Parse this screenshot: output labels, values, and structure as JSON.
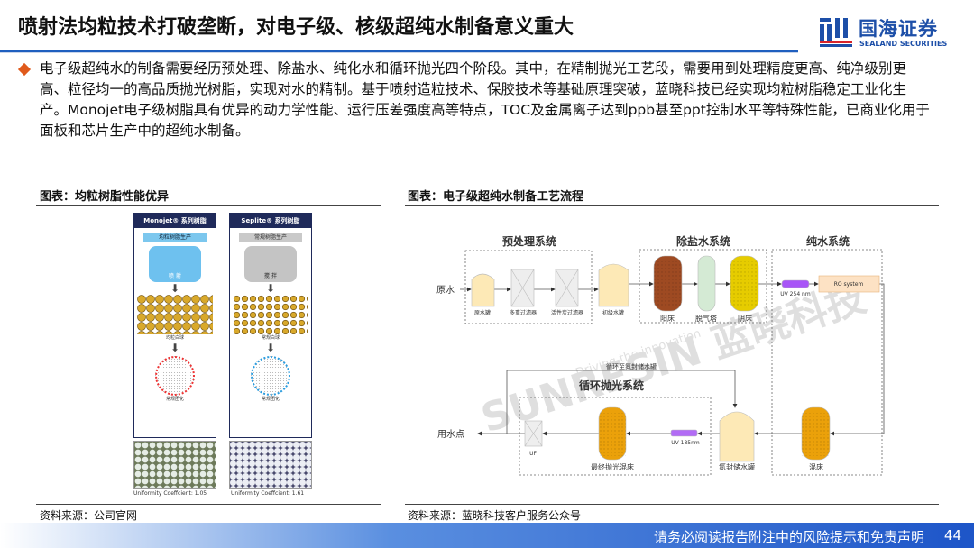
{
  "header": {
    "title": "喷射法均粒技术打破垄断，对电子级、核级超纯水制备意义重大",
    "logo_cn": "国海证券",
    "logo_en": "SEALAND SECURITIES"
  },
  "body": {
    "paragraph": "电子级超纯水的制备需要经历预处理、除盐水、纯化水和循环抛光四个阶段。其中，在精制抛光工艺段，需要用到处理精度更高、纯净级别更高、粒径均一的高品质抛光树脂，实现对水的精制。基于喷射造粒技术、保胶技术等基础原理突破，蓝晓科技已经实现均粒树脂稳定工业化生产。Monojet电子级树脂具有优异的动力学性能、运行压差强度高等特点，TOC及金属离子达到ppb甚至ppt控制水平等特殊性能，已商业化用于面板和芯片生产中的超纯水制备。"
  },
  "figure_left": {
    "title": "图表：均粒树脂性能优异",
    "source": "资料来源：公司官网",
    "monojet": {
      "header": "Monojet® 系列树脂",
      "tag": "均粒树脂生产",
      "machine": "喷 射",
      "beads": "均粒白球",
      "func": "常规团化",
      "uniformity": "Uniformity Coeffcient: 1.05"
    },
    "seplite": {
      "header": "Seplite® 系列树脂",
      "tag": "常规树脂生产",
      "machine": "搅 拌",
      "beads": "常规白球",
      "func": "常规团化",
      "uniformity": "Uniformity Coeffcient: 1.61"
    }
  },
  "figure_right": {
    "title": "图表：电子级超纯水制备工艺流程",
    "source": "资料来源：蓝晓科技客户服务公众号",
    "sections": {
      "pre": "预处理系统",
      "desalt": "除盐水系统",
      "pure": "纯水系统",
      "polish": "循环抛光系统"
    },
    "labels": {
      "raw_water": "原水",
      "raw_tank": "原水罐",
      "multi_filter": "多重过滤器",
      "carbon_filter": "活性炭过滤器",
      "primary_tank": "初级水罐",
      "cation": "阳床",
      "degas": "脱气塔",
      "anion": "阴床",
      "uv254": "UV 254 nm",
      "ro": "RO system",
      "mixed_bed": "混床",
      "n2_tank": "氮封储水罐",
      "uv185": "UV 185nm",
      "final_bed": "最终抛光混床",
      "uf": "UF",
      "use_point": "用水点",
      "loop": "循环至氮封储水罐"
    },
    "watermark": {
      "brand": "SUNRESIN 蓝晓科技",
      "slogan": "Driving the innovation"
    }
  },
  "footer": {
    "disclaimer": "请务必阅读报告附注中的风险提示和免责声明",
    "page": "44"
  },
  "colors": {
    "brand": "#1d4fa8",
    "bullet": "#e05a1c",
    "navy": "#1f2a5a"
  }
}
